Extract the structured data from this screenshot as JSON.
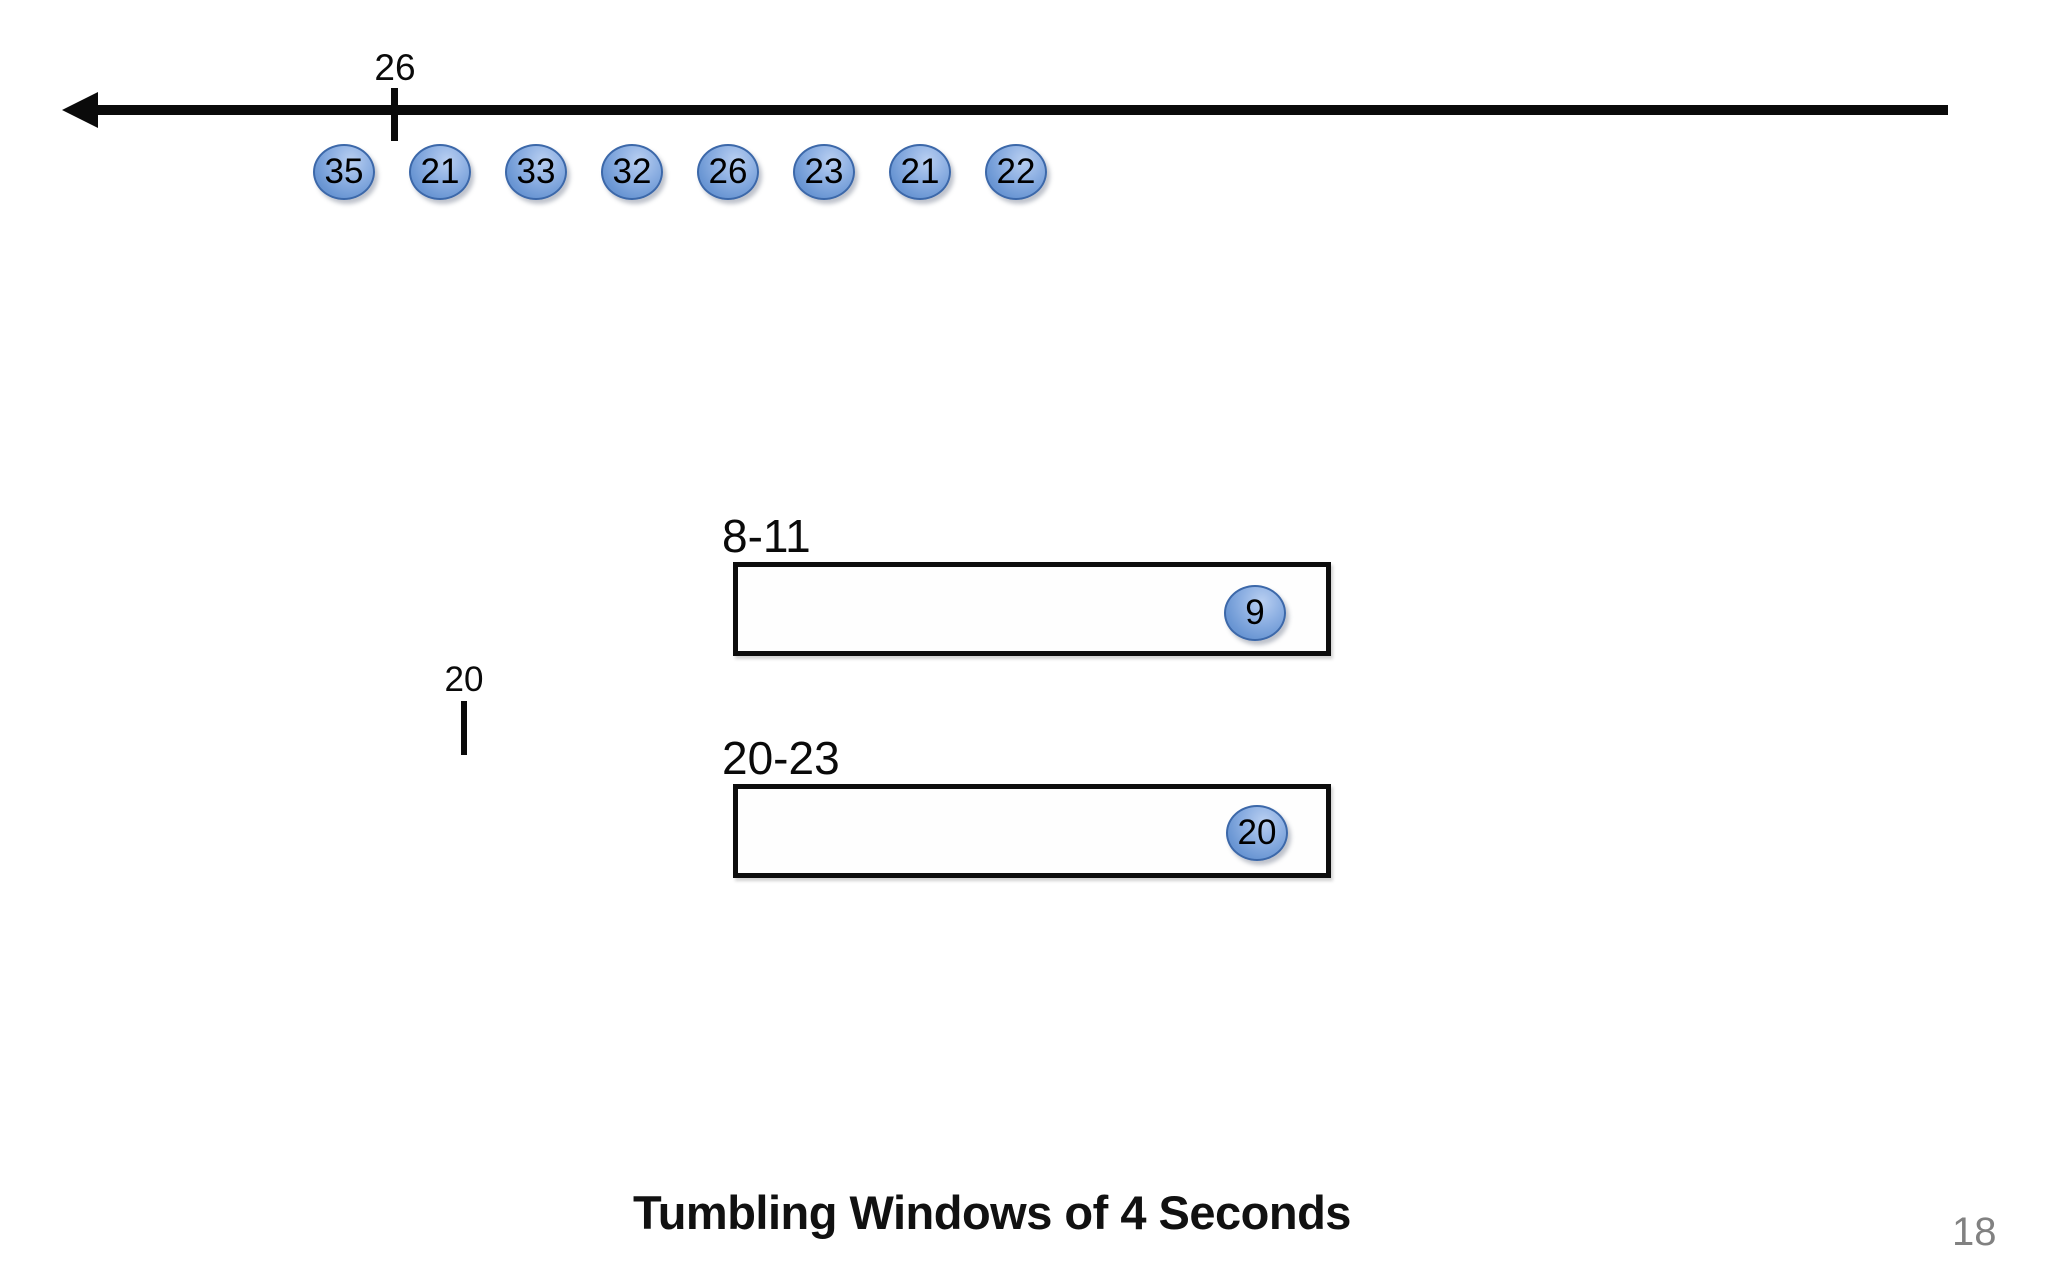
{
  "slide": {
    "title": "Tumbling Windows of 4 Seconds",
    "page_number": "18"
  },
  "timeline": {
    "upper_tick_label": "26",
    "events": [
      "35",
      "21",
      "33",
      "32",
      "26",
      "23",
      "21",
      "22"
    ],
    "lower_tick_label": "20"
  },
  "windows": [
    {
      "range_label": "8-11",
      "result_value": "9"
    },
    {
      "range_label": "20-23",
      "result_value": "20"
    }
  ],
  "colors": {
    "event_fill": "#7ba3dc",
    "event_fill_light": "#b9cff1",
    "event_border": "#3c68a9",
    "ink": "#0a0a0a",
    "page_number_gray": "#818181"
  }
}
